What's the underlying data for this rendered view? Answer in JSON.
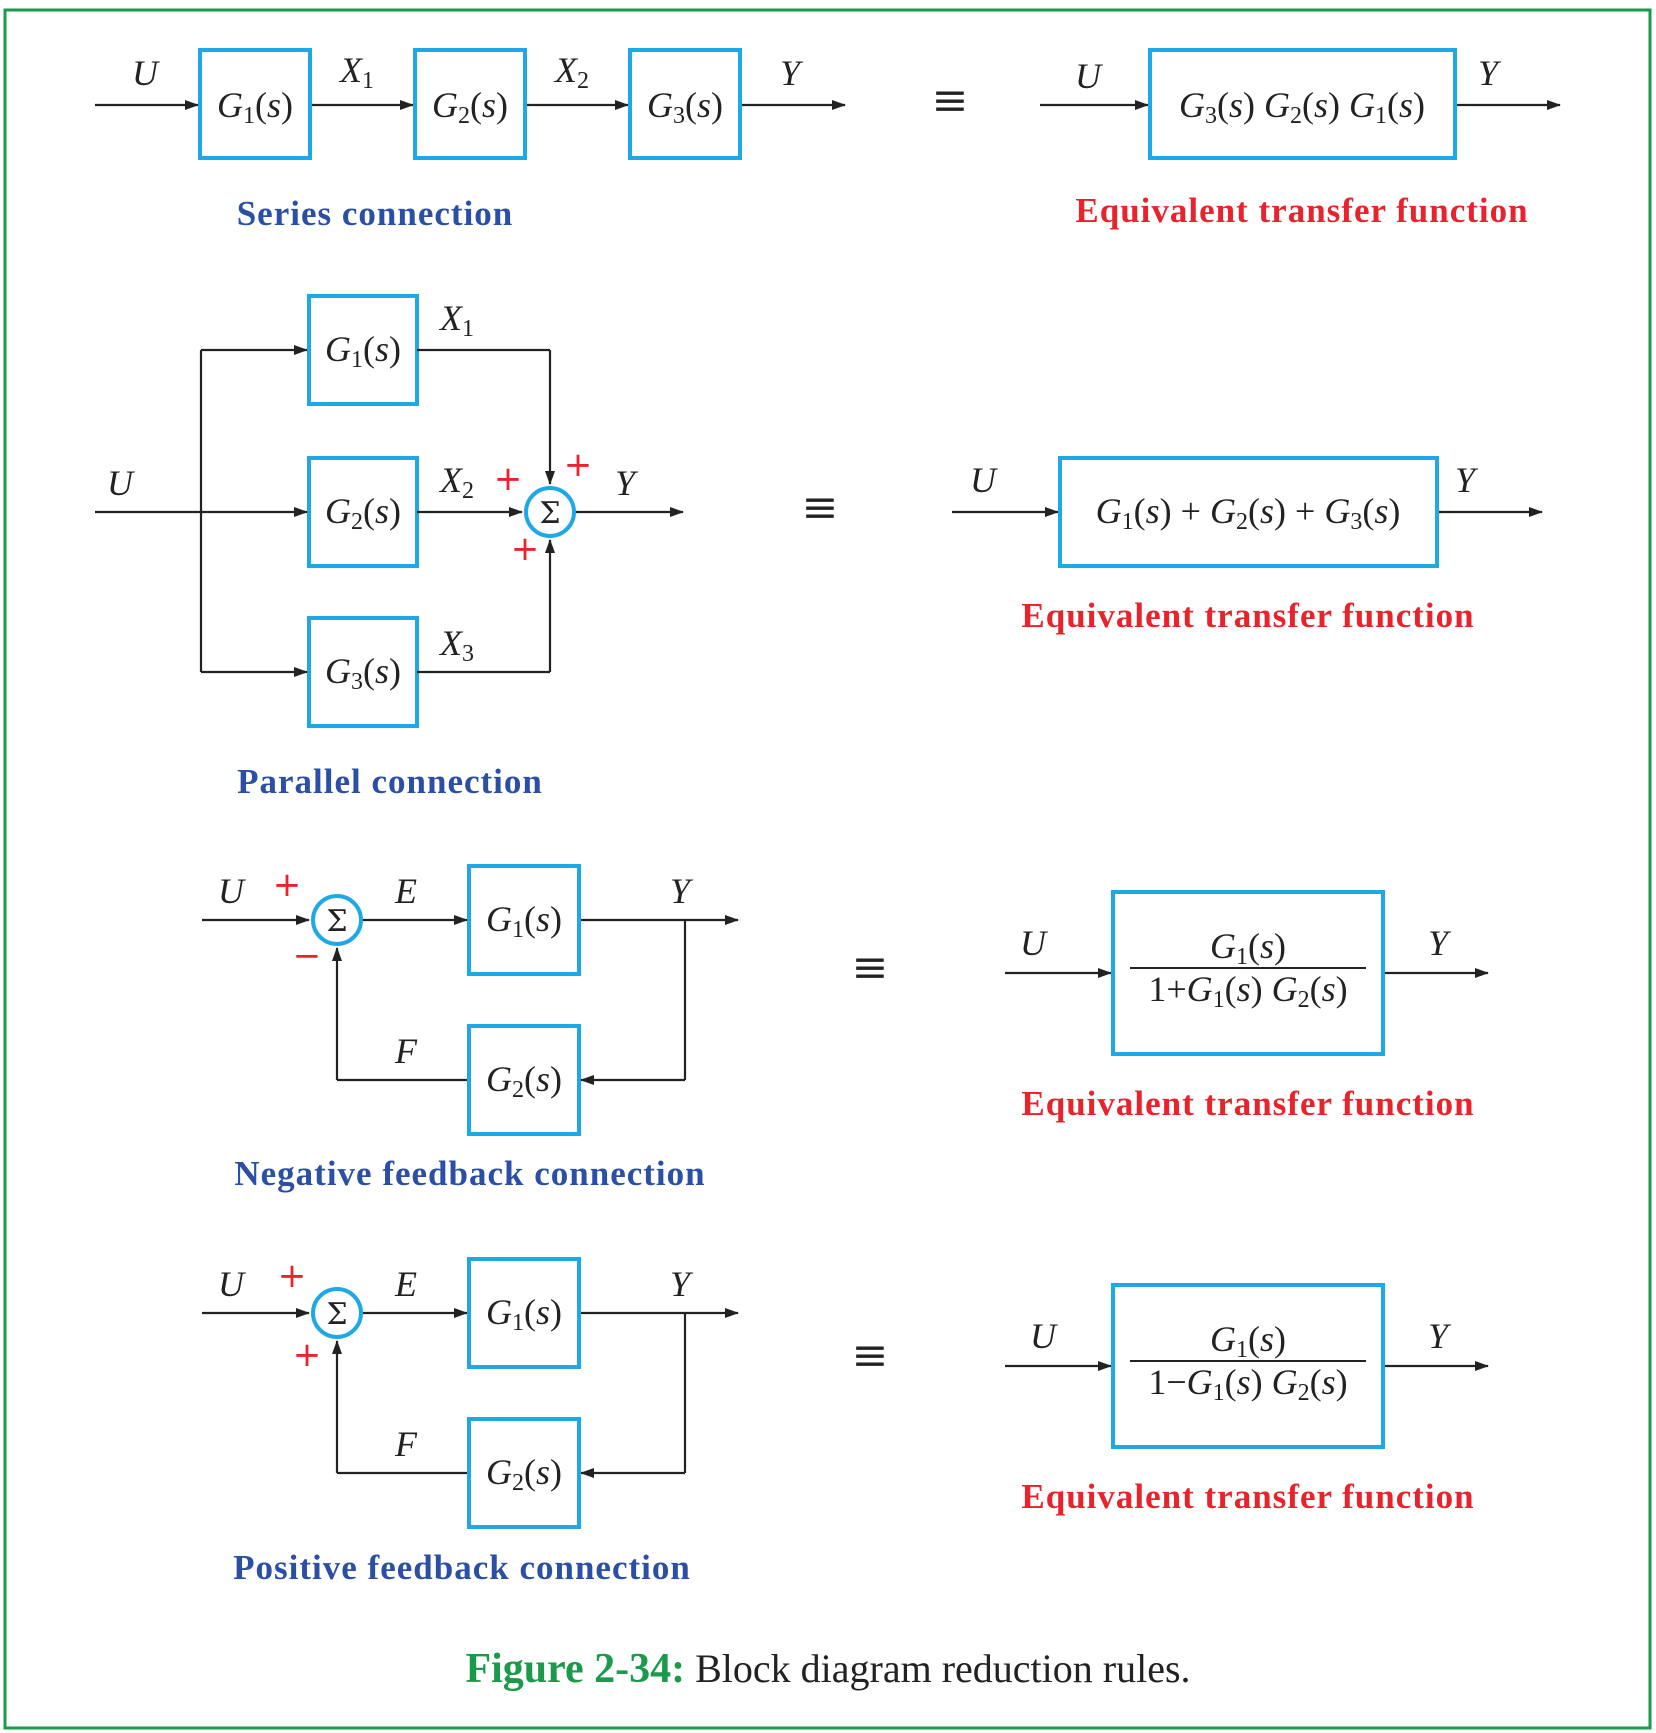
{
  "symbols": {
    "input": "U",
    "output": "Y",
    "error": "E",
    "feedback": "F",
    "x": "X",
    "g": "G",
    "s": "s",
    "open": "(",
    "close": ")",
    "plus": "+",
    "minus": "−",
    "one": "1",
    "sigma": "Σ",
    "equiv": "≡",
    "idx1": "1",
    "idx2": "2",
    "idx3": "3"
  },
  "captions": {
    "series": "Series connection",
    "parallel": "Parallel connection",
    "negative": "Negative feedback connection",
    "positive": "Positive feedback connection",
    "equivalent": "Equivalent transfer function"
  },
  "figure": {
    "label": "Figure 2-34:",
    "text": " Block diagram reduction rules."
  },
  "colors": {
    "frame": "#1a9a4a",
    "block_border": "#1ea9e6",
    "caption_blue": "#2a4fa5",
    "caption_red": "#e8232c"
  }
}
